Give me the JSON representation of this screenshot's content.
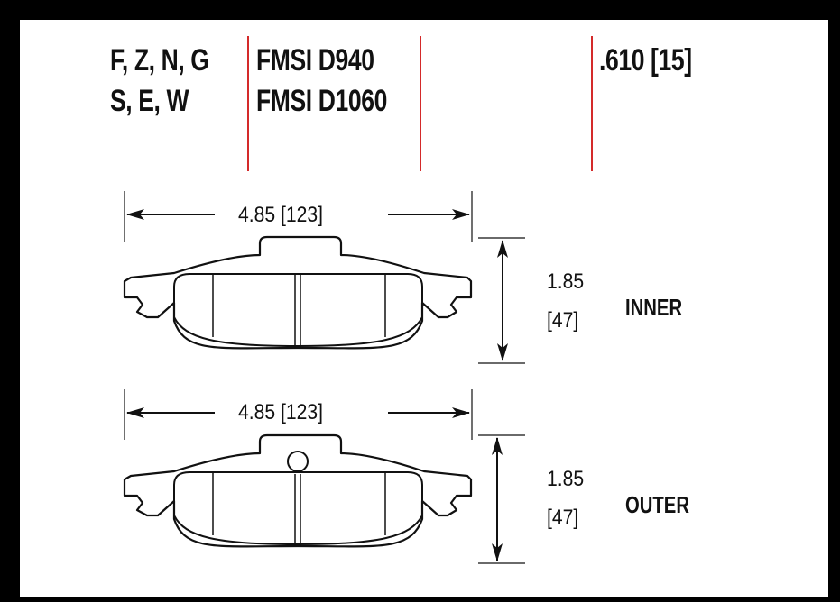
{
  "header": {
    "compounds_line1": "F, Z, N, G",
    "compounds_line2": "S, E, W",
    "fmsi_1": "FMSI D940",
    "fmsi_2": "FMSI D1060",
    "thickness": ".610 [15]"
  },
  "inner_pad": {
    "width_dim": "4.85 [123]",
    "height_dim": "1.85",
    "height_dim_metric": "[47]",
    "label": "INNER"
  },
  "outer_pad": {
    "width_dim": "4.85 [123]",
    "height_dim": "1.85",
    "height_dim_metric": "[47]",
    "label": "OUTER"
  },
  "colors": {
    "background": "#000000",
    "sheet": "#ffffff",
    "divider": "#d42a2a",
    "ink": "#111111"
  }
}
